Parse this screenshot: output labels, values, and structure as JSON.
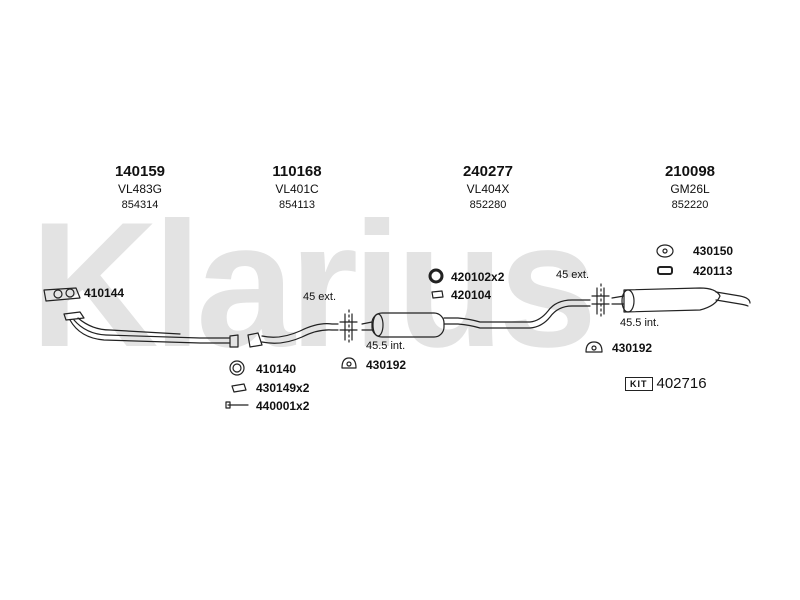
{
  "watermark": "Klarius",
  "sections": [
    {
      "number": "140159",
      "code": "VL483G",
      "ref": "854314"
    },
    {
      "number": "110168",
      "code": "VL401C",
      "ref": "854113"
    },
    {
      "number": "240277",
      "code": "VL404X",
      "ref": "852280"
    },
    {
      "number": "210098",
      "code": "GM26L",
      "ref": "852220"
    }
  ],
  "parts": {
    "p410144": "410144",
    "p410140": "410140",
    "p430149x2": "430149x2",
    "p440001x2": "440001x2",
    "p430192a": "430192",
    "p420102x2": "420102x2",
    "p420104": "420104",
    "p430150": "430150",
    "p420113": "420113",
    "p430192b": "430192"
  },
  "notes": {
    "ext_a": "45 ext.",
    "int_a": "45.5 int.",
    "ext_b": "45 ext.",
    "int_b": "45.5 int."
  },
  "kit": {
    "label": "KIT",
    "number": "402716"
  },
  "colors": {
    "line": "#222222",
    "watermark": "#e3e3e3"
  }
}
